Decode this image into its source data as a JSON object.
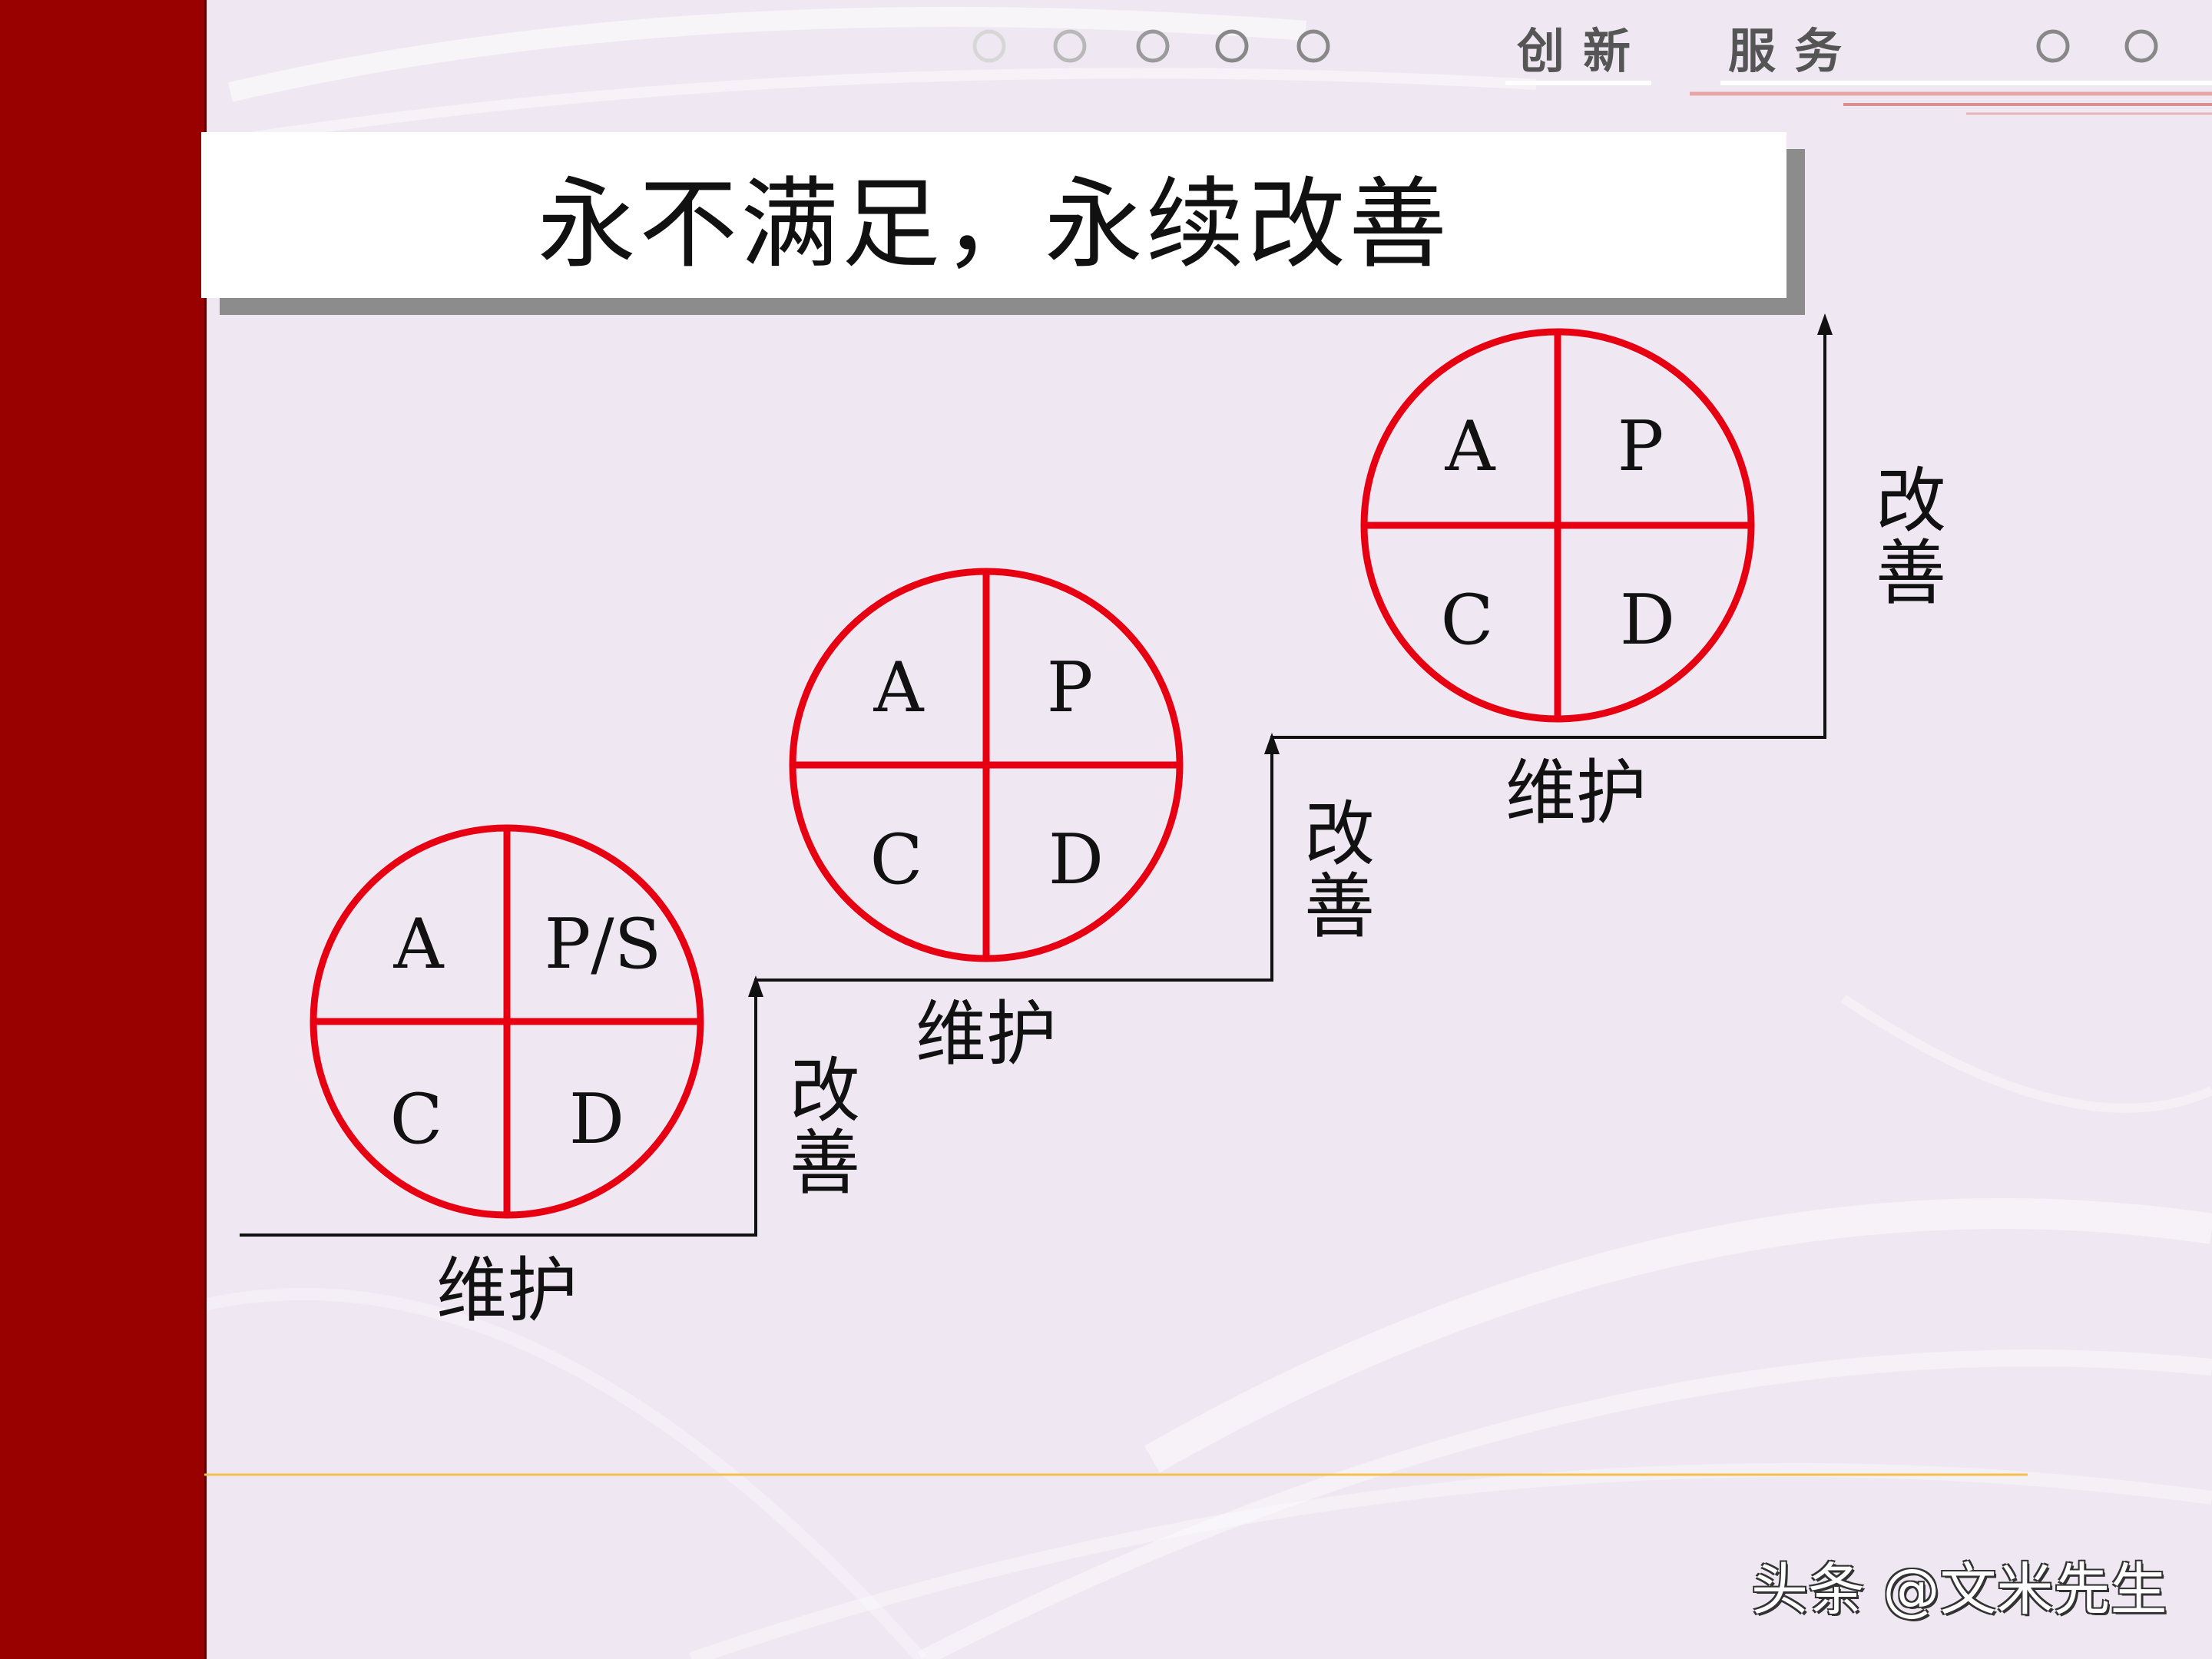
{
  "header": {
    "left_text": "创新",
    "right_text": "服务"
  },
  "title": "永不满足，永续改善",
  "cycles": [
    {
      "A": "A",
      "P": "P/S",
      "C": "C",
      "D": "D",
      "maintain_label": "维护",
      "improve_label": [
        "改",
        "善"
      ]
    },
    {
      "A": "A",
      "P": "P",
      "C": "C",
      "D": "D",
      "maintain_label": "维护",
      "improve_label": [
        "改",
        "善"
      ]
    },
    {
      "A": "A",
      "P": "P",
      "C": "C",
      "D": "D",
      "maintain_label": "维护",
      "improve_label": [
        "改",
        "善"
      ]
    }
  ],
  "watermark": "头条 @文米先生",
  "colors": {
    "sidebar": "#990000",
    "circle": "#e60012",
    "background": "#efe8f2",
    "accent_line": "#f5c04a"
  }
}
